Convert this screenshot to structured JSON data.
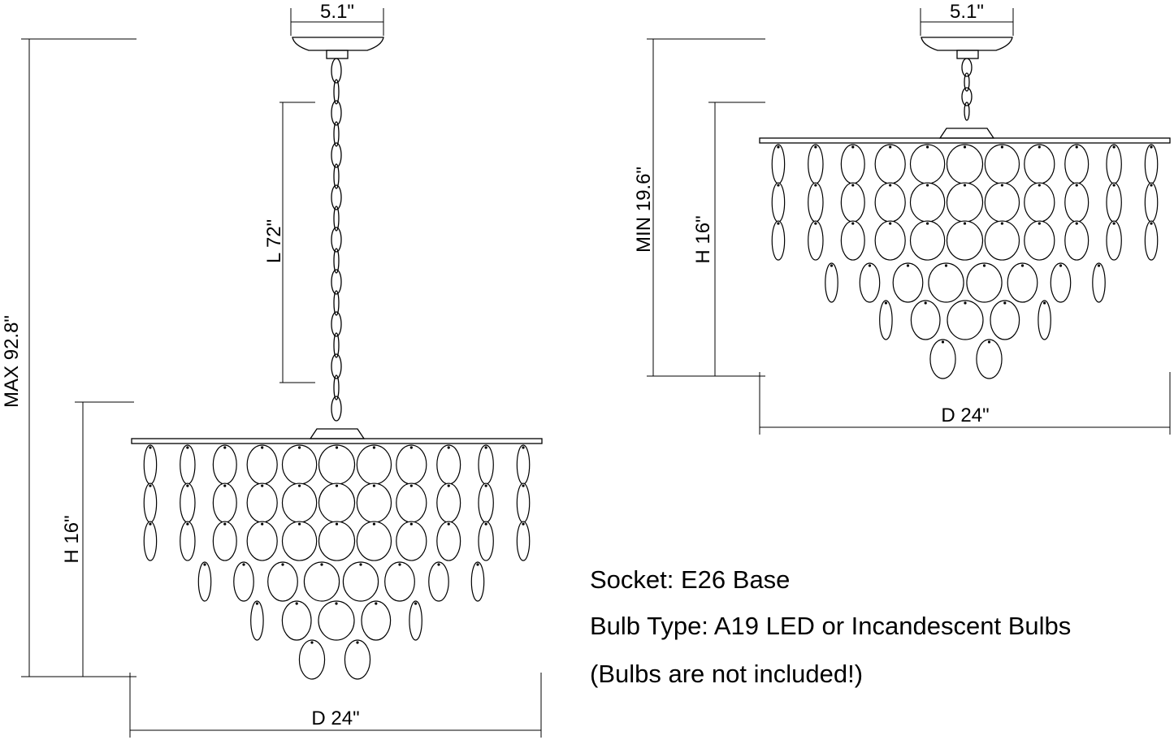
{
  "dimensions_left": {
    "canopy_width": "5.1\"",
    "max_height": "MAX 92.8\"",
    "chain_length": "L 72\"",
    "body_height": "H 16\"",
    "diameter": "D 24\""
  },
  "dimensions_right": {
    "canopy_width": "5.1\"",
    "min_height": "MIN 19.6\"",
    "body_height": "H 16\"",
    "diameter": "D 24\""
  },
  "specs": {
    "socket": "Socket: E26 Base",
    "bulb_type": "Bulb Type: A19 LED or Incandescent Bulbs",
    "note": "(Bulbs are not included!)"
  }
}
